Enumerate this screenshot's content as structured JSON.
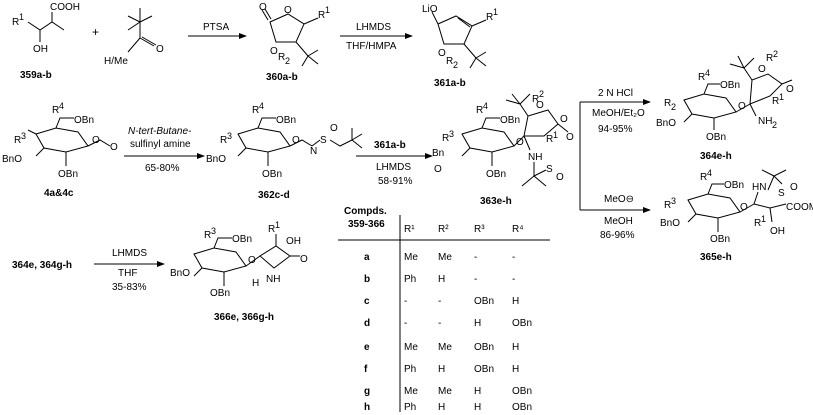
{
  "compounds": {
    "c359": "359a-b",
    "c360": "360a-b",
    "c361": "361a-b",
    "c4": "4a&4c",
    "c362": "362c-d",
    "c363": "363e-h",
    "c364": "364e-h",
    "c365": "365e-h",
    "c366": "366e, 366g-h",
    "start_row3": "364e, 364g-h"
  },
  "arrows": {
    "a1_top": "PTSA",
    "a2_top": "LHMDS",
    "a2_bottom": "THF/HMPA",
    "a3_top": "N-tert-Butane-",
    "a3_mid": "sulfinyl amine",
    "a3_bottom": "65-80%",
    "a4_top": "361a-b",
    "a4_mid": "LHMDS",
    "a4_bottom": "58-91%",
    "a5_top": "2 N HCl",
    "a5_mid": "MeOH/Et₂O",
    "a5_bottom": "94-95%",
    "a6_top": "MeO⊖",
    "a6_mid": "MeOH",
    "a6_bottom": "86-96%",
    "a7_top": "LHMDS",
    "a7_mid": "THF",
    "a7_bottom": "35-83%"
  },
  "table": {
    "header": [
      "Compds. 359-366",
      "R¹",
      "R²",
      "R³",
      "R⁴"
    ],
    "rows": [
      [
        "a",
        "Me",
        "Me",
        "-",
        "-"
      ],
      [
        "b",
        "Ph",
        "H",
        "-",
        "-"
      ],
      [
        "c",
        "-",
        "-",
        "OBn",
        "H"
      ],
      [
        "d",
        "-",
        "-",
        "H",
        "OBn"
      ],
      [
        "e",
        "Me",
        "Me",
        "OBn",
        "H"
      ],
      [
        "f",
        "Ph",
        "H",
        "OBn",
        "H"
      ],
      [
        "g",
        "Me",
        "Me",
        "H",
        "OBn"
      ],
      [
        "h",
        "Ph",
        "H",
        "H",
        "OBn"
      ]
    ]
  }
}
